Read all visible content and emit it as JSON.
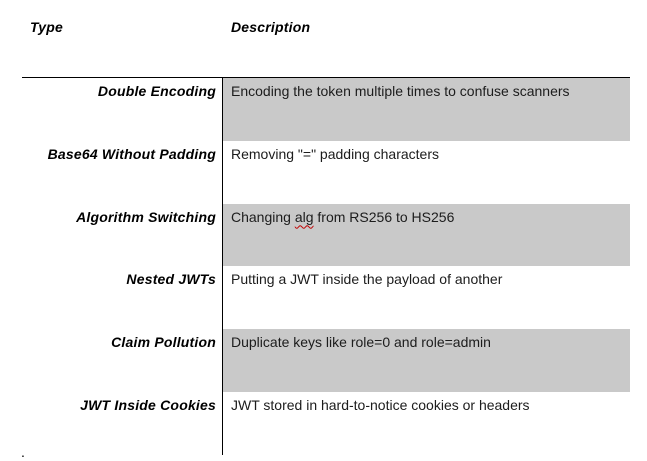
{
  "table": {
    "headers": {
      "type": "Type",
      "description": "Description"
    },
    "rows": [
      {
        "type": "Double Encoding",
        "shaded": true,
        "parts": [
          {
            "text": "Encoding the token multiple times to confuse scanners"
          }
        ]
      },
      {
        "type": "Base64 Without Padding",
        "shaded": false,
        "parts": [
          {
            "text": "Removing \"=\" padding characters"
          }
        ]
      },
      {
        "type": "Algorithm Switching",
        "shaded": true,
        "parts": [
          {
            "text": "Changing "
          },
          {
            "text": "alg",
            "misspelled": true
          },
          {
            "text": " from RS256 to HS256"
          }
        ]
      },
      {
        "type": "Nested JWTs",
        "shaded": false,
        "parts": [
          {
            "text": "Putting a JWT inside the payload of another"
          }
        ]
      },
      {
        "type": "Claim Pollution",
        "shaded": true,
        "parts": [
          {
            "text": "Duplicate keys like role=0 and role=admin"
          }
        ]
      },
      {
        "type": "JWT Inside Cookies",
        "shaded": false,
        "parts": [
          {
            "text": "JWT stored in hard-to-notice cookies or headers"
          }
        ]
      }
    ]
  },
  "colors": {
    "row_shade": "#c9c9c9",
    "border": "#000000",
    "description_text": "#1c1c1c",
    "spellcheck_underline": "#c00000"
  },
  "stray_text": "."
}
